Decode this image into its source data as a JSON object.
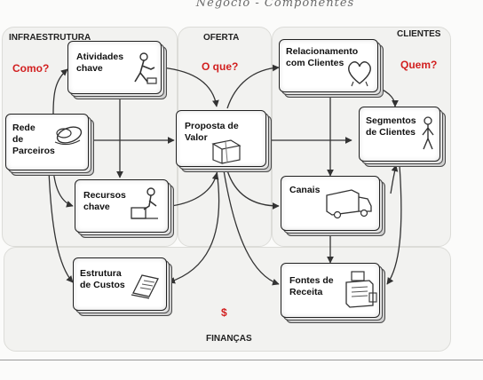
{
  "handwritten_note": "Negocio - Componentes",
  "regions": {
    "infraestrutura": "INFRAESTRUTURA",
    "oferta": "OFERTA",
    "clientes": "CLIENTES",
    "financas": "FINANÇAS"
  },
  "questions": {
    "como": "Como?",
    "o_que": "O que?",
    "quem": "Quem?"
  },
  "currency_symbol": "$",
  "blocks": {
    "atividades": {
      "line1": "Atividades",
      "line2": "chave"
    },
    "parceiros": {
      "line1": "Rede",
      "line2": "de",
      "line3": "Parceiros"
    },
    "recursos": {
      "line1": "Recursos",
      "line2": "chave"
    },
    "custos": {
      "line1": "Estrutura",
      "line2": "de Custos"
    },
    "proposta": {
      "line1": "Proposta de",
      "line2": "Valor"
    },
    "relacionamento": {
      "line1": "Relacionamento",
      "line2": "com Clientes"
    },
    "segmentos": {
      "line1": "Segmentos",
      "line2": "de Clientes"
    },
    "canais": {
      "line1": "Canais"
    },
    "receita": {
      "line1": "Fontes de",
      "line2": "Receita"
    }
  },
  "icons": [
    "worker-icon",
    "handshake-icon",
    "forklift-icon",
    "paper-stack-icon",
    "gift-box-icon",
    "heart-icon",
    "person-icon",
    "truck-icon",
    "cash-register-icon"
  ],
  "colors": {
    "question_red": "#d21f1f",
    "region_fill": "#f2f2f0",
    "card_border": "#222222"
  }
}
